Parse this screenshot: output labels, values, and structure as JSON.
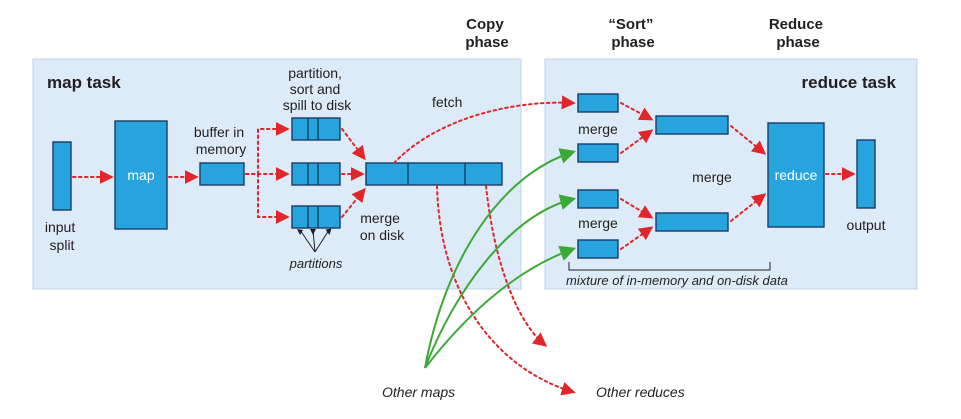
{
  "phases": {
    "copy": [
      "Copy",
      "phase"
    ],
    "sort": [
      "“Sort”",
      "phase"
    ],
    "reduce": [
      "Reduce",
      "phase"
    ]
  },
  "map_task": {
    "title": "map task",
    "input_split": [
      "input",
      "split"
    ],
    "map_box": "map",
    "buffer": [
      "buffer in",
      "memory"
    ],
    "partition_spill": [
      "partition,",
      "sort and",
      "spill to disk"
    ],
    "partitions": "partitions",
    "merge_on_disk": [
      "merge",
      "on disk"
    ]
  },
  "fetch": "fetch",
  "reduce_task": {
    "title": "reduce task",
    "merge_top": "merge",
    "merge_bottom": "merge",
    "merge_mid": "merge",
    "reduce_box": "reduce",
    "output": "output",
    "mixture": "mixture of in-memory and on-disk data"
  },
  "other_maps": "Other maps",
  "other_reduces": "Other reduces",
  "colors": {
    "panel": "#dcebf7",
    "block": "#27a4dd",
    "block_border": "#1a3c66",
    "dotted_arrow": "#e0262b",
    "green_arrow": "#3aa935"
  }
}
